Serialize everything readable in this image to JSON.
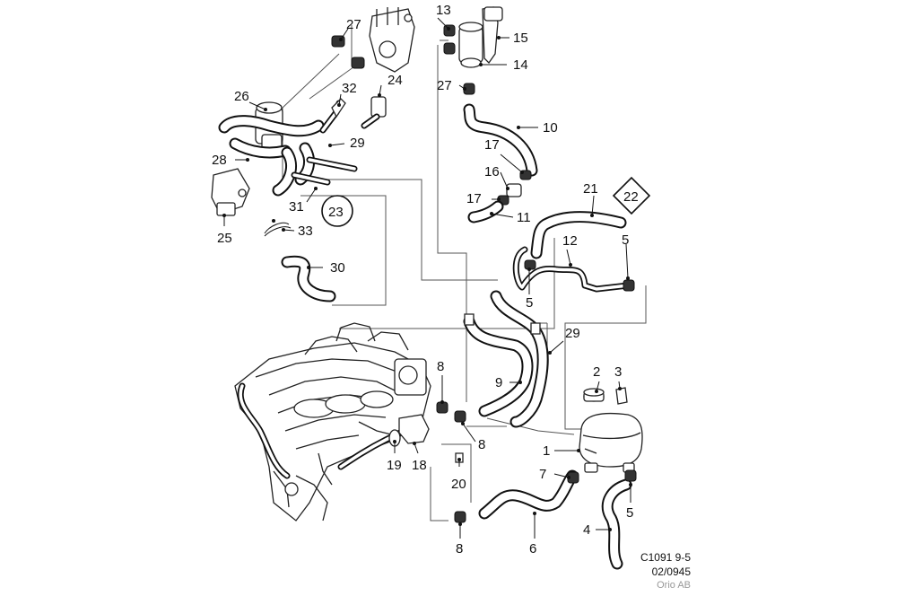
{
  "labels": {
    "p1": "1",
    "p2": "2",
    "p3": "3",
    "p4": "4",
    "p5a": "5",
    "p5b": "5",
    "p5c": "5",
    "p6": "6",
    "p7": "7",
    "p8a": "8",
    "p8b": "8",
    "p8c": "8",
    "p9": "9",
    "p10": "10",
    "p11": "11",
    "p12": "12",
    "p13": "13",
    "p14": "14",
    "p15": "15",
    "p16": "16",
    "p17a": "17",
    "p17b": "17",
    "p18": "18",
    "p19": "19",
    "p20": "20",
    "p21": "21",
    "p22": "22",
    "p23": "23",
    "p24": "24",
    "p25": "25",
    "p26": "26",
    "p27a": "27",
    "p27b": "27",
    "p28": "28",
    "p29a": "29",
    "p29b": "29",
    "p30": "30",
    "p31": "31",
    "p32": "32",
    "p33": "33"
  },
  "footer": {
    "code": "C1091 9-5",
    "date": "02/0945",
    "owner": "Orio AB"
  }
}
